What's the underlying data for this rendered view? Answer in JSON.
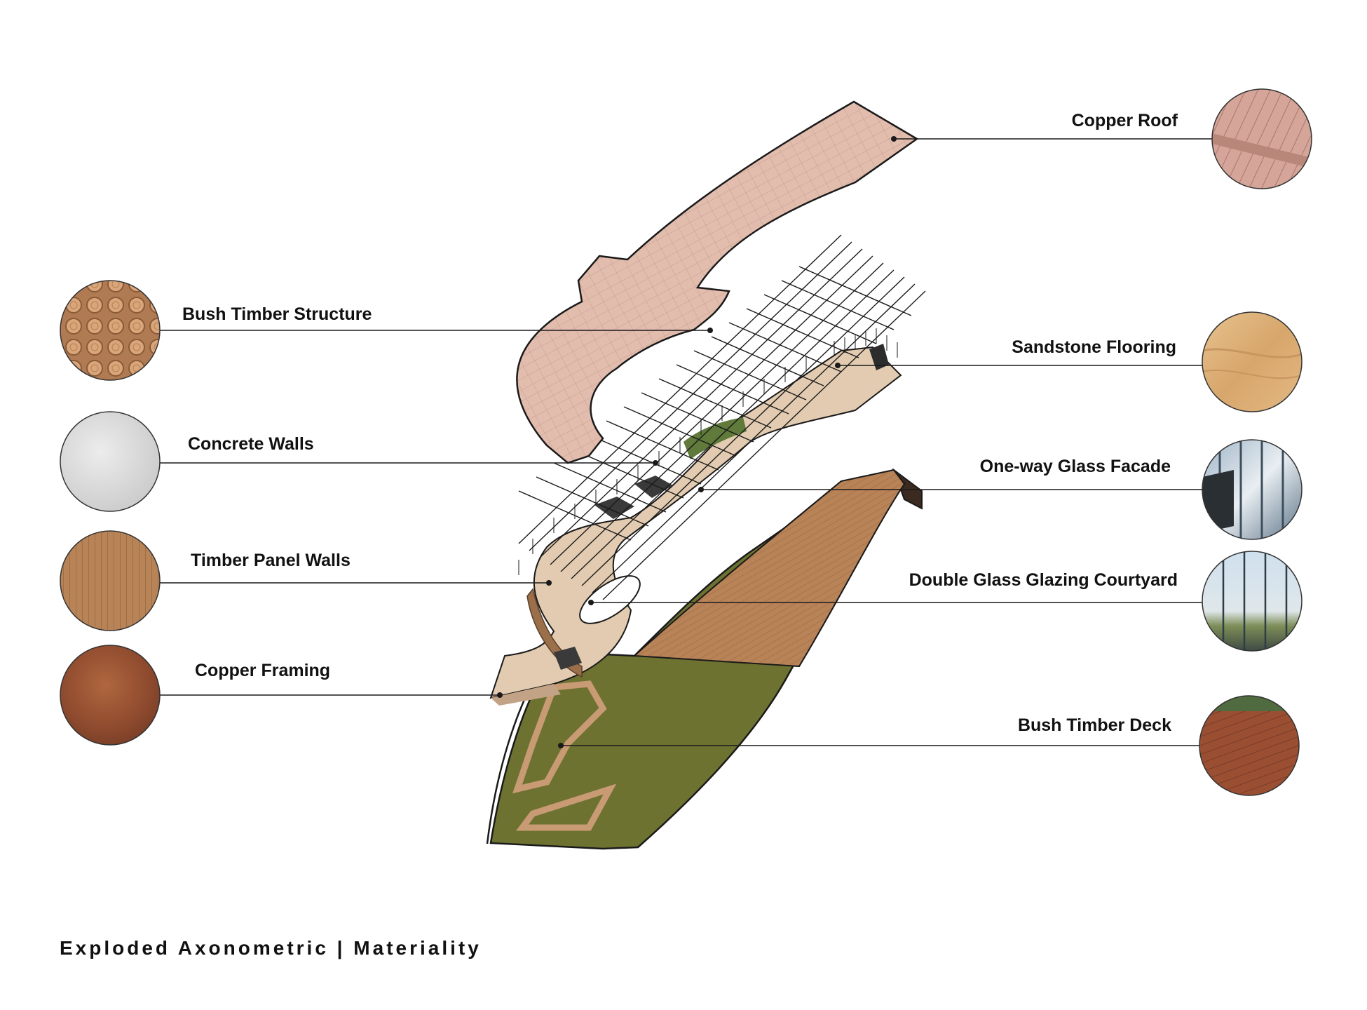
{
  "caption": "Exploded Axonometric | Materiality",
  "materials_left": [
    {
      "id": "bush-timber-structure",
      "label": "Bush Timber Structure",
      "swatch": "log-pile"
    },
    {
      "id": "concrete-walls",
      "label": "Concrete Walls",
      "swatch": "concrete-texture"
    },
    {
      "id": "timber-panel-walls",
      "label": "Timber Panel Walls",
      "swatch": "timber-panel-texture"
    },
    {
      "id": "copper-framing",
      "label": "Copper Framing",
      "swatch": "rusted-copper-texture"
    }
  ],
  "materials_right": [
    {
      "id": "copper-roof",
      "label": "Copper Roof",
      "swatch": "copper-roof-panels"
    },
    {
      "id": "sandstone-flooring",
      "label": "Sandstone Flooring",
      "swatch": "sandstone-texture"
    },
    {
      "id": "one-way-glass-facade",
      "label": "One-way Glass Facade",
      "swatch": "glass-facade"
    },
    {
      "id": "double-glass-glazing-courtyard",
      "label": "Double Glass Glazing Courtyard",
      "swatch": "glazing-reflection"
    },
    {
      "id": "bush-timber-deck",
      "label": "Bush Timber Deck",
      "swatch": "timber-deck"
    }
  ],
  "colors": {
    "roof": "#e2bdae",
    "floor": "#e2cbb0",
    "deck": "#b98358",
    "grass": "#6e7231",
    "line": "#1a1a1a"
  }
}
